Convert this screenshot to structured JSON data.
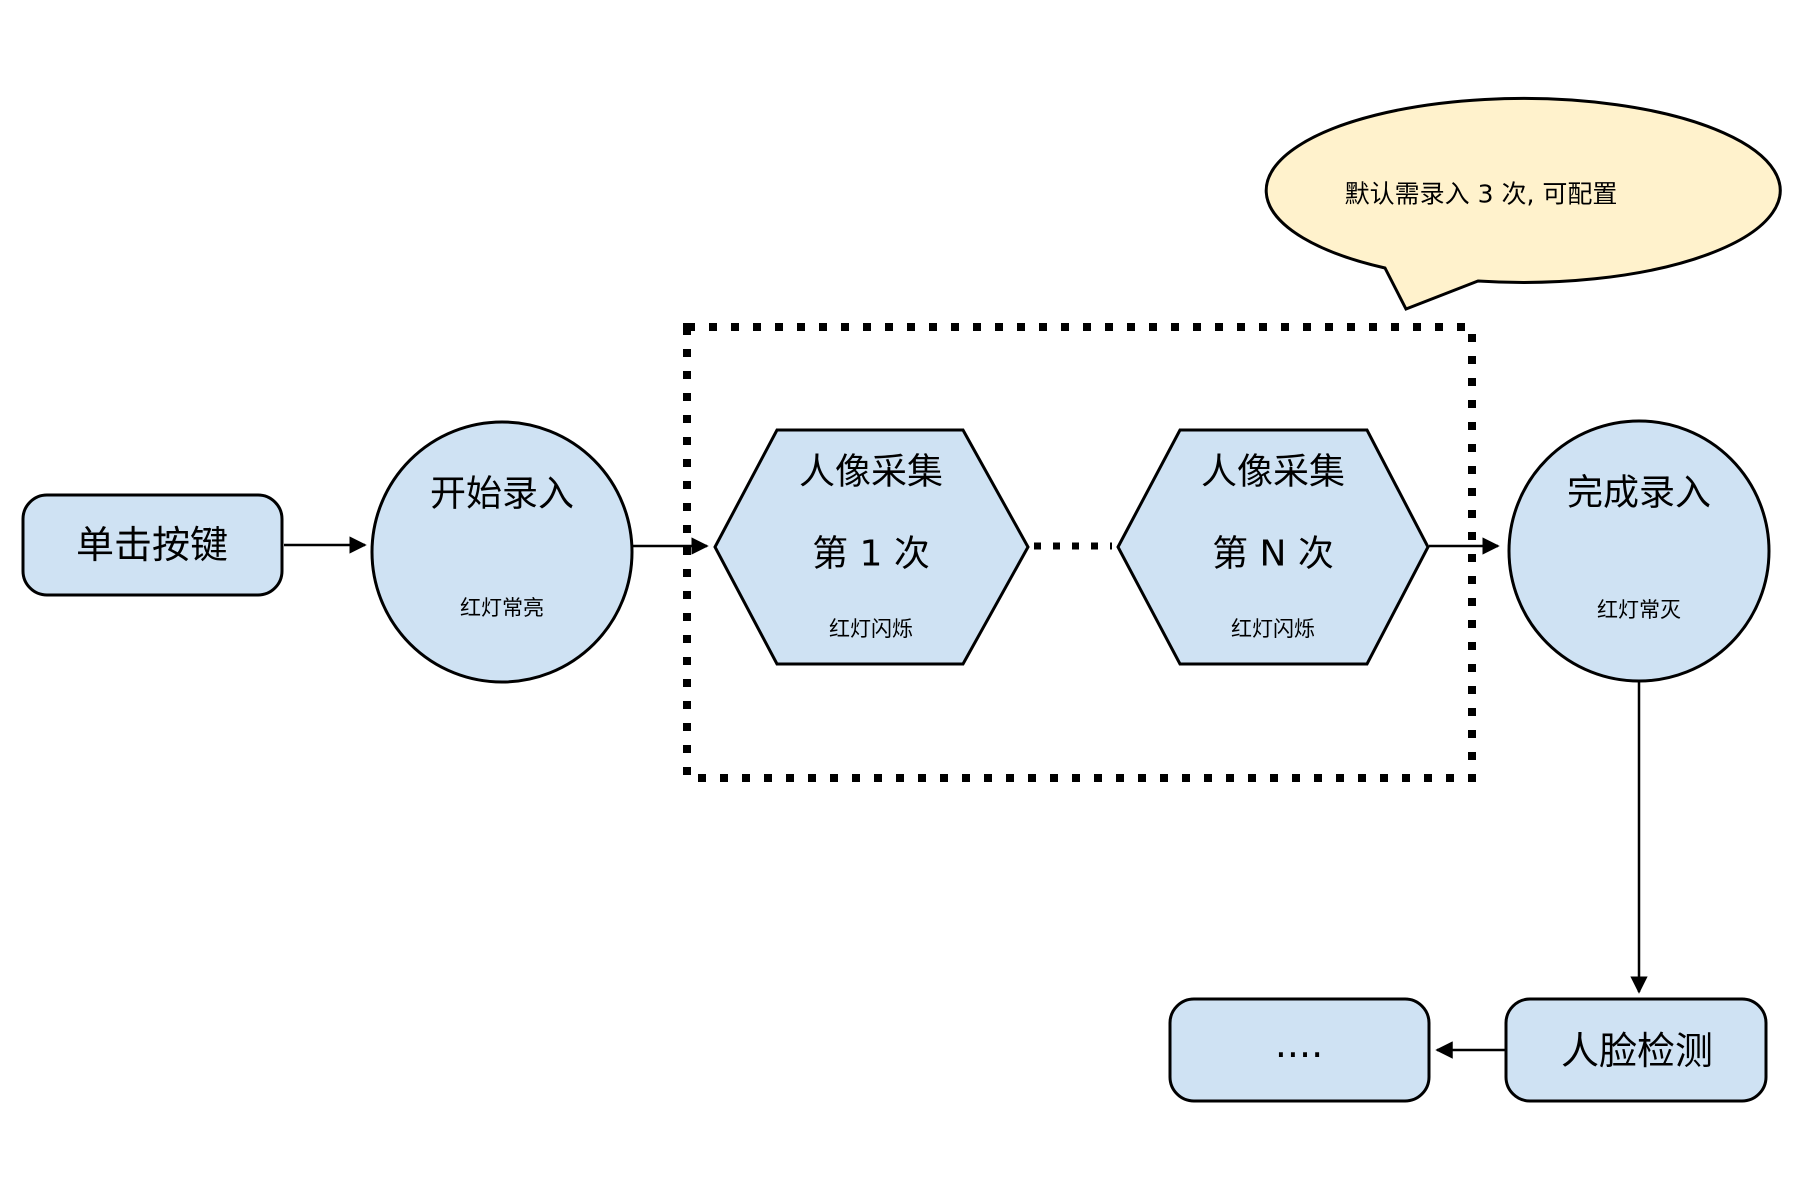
{
  "colors": {
    "canvas": "#ffffff",
    "node_fill": "#cfe2f3",
    "node_stroke": "#000000",
    "callout_fill": "#fff2cc",
    "line": "#000000"
  },
  "nodes": {
    "click_button": {
      "label": "单击按键"
    },
    "start_enroll": {
      "label": "开始录入",
      "sublabel": "红灯常亮"
    },
    "capture_first": {
      "title": "人像采集",
      "count": "第 1 次",
      "sublabel": "红灯闪烁"
    },
    "capture_nth": {
      "title": "人像采集",
      "count": "第 N 次",
      "sublabel": "红灯闪烁"
    },
    "finish_enroll": {
      "label": "完成录入",
      "sublabel": "红灯常灭"
    },
    "face_detection": {
      "label": "人脸检测"
    },
    "continuation": {
      "label": "...."
    }
  },
  "callout": {
    "label": "默认需录入 3 次, 可配置"
  }
}
